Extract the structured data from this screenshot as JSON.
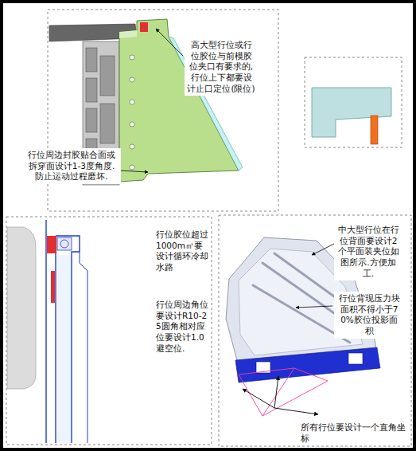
{
  "diagram": {
    "labels": [
      "高大型行位或行位胶位与前模胶位夹口有要求的,行位上下都要设计止口定位(限位)",
      "行位周边封胶贴合面或拆穿面设计1-3度角度.防止运动过程磨坏.",
      "行位胶位超过1000m㎡要设计循环冷却水路",
      "行位周边角位要设计R10-25圆角相对应位要设计1.0避空位.",
      "中大型行位在行位背面要设计2个平面装夹位如图所示.方便加工.",
      "行位背现压力块面积不得小于70%胶位投影面积",
      "所有行位要设计一个直角坐标"
    ]
  }
}
